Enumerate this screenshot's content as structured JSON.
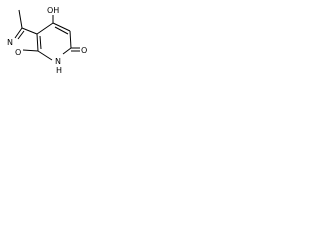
{
  "molecule": {
    "atoms": {
      "hydroxyl": "OH",
      "ring_oxygen": "O",
      "ring_nitrogen": "N",
      "amide_nitrogen": "N",
      "amide_hydrogen": "H",
      "carbonyl_oxygen": "O"
    }
  },
  "colors": {
    "bond": "#000000",
    "label": "#000000",
    "background": "#ffffff"
  }
}
